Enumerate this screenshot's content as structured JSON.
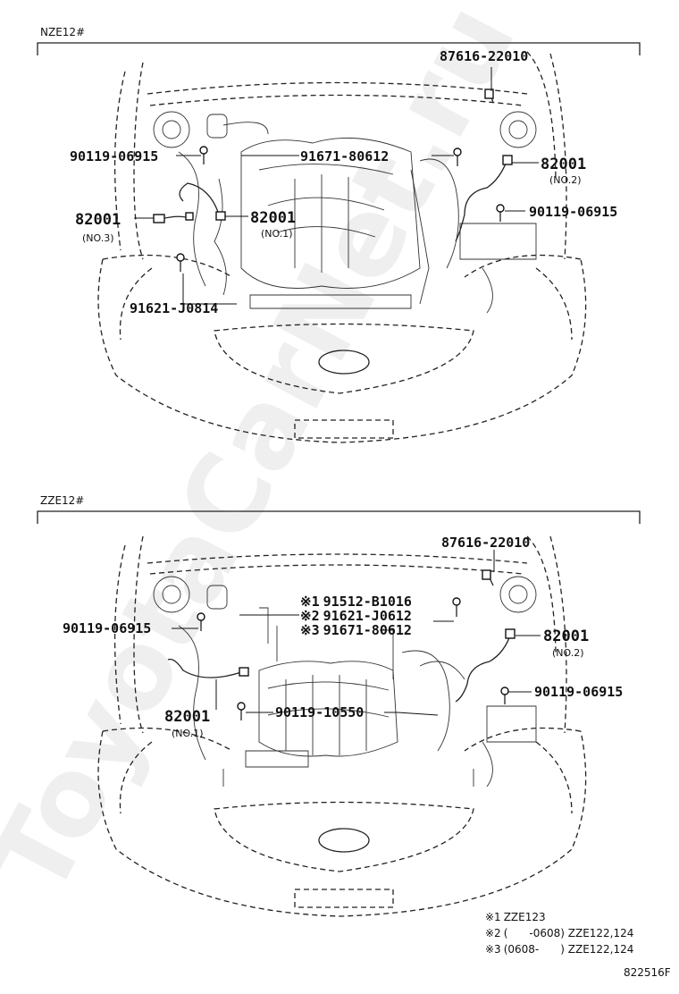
{
  "sections": [
    {
      "model": "NZE12#",
      "parts": [
        {
          "part_no": "87616-22010",
          "sub": ""
        },
        {
          "part_no": "90119-06915",
          "sub": ""
        },
        {
          "part_no": "91671-80612",
          "sub": ""
        },
        {
          "part_no": "82001",
          "sub": "(NO.2)"
        },
        {
          "part_no": "82001",
          "sub": "(NO.3)"
        },
        {
          "part_no": "82001",
          "sub": "(NO.1)"
        },
        {
          "part_no": "90119-06915",
          "sub": ""
        },
        {
          "part_no": "91621-J0814",
          "sub": ""
        }
      ]
    },
    {
      "model": "ZZE12#",
      "parts": [
        {
          "part_no": "87616-22010",
          "sub": ""
        },
        {
          "part_no": "90119-06915",
          "sub": ""
        },
        {
          "part_no": "91512-B1016",
          "sub": "",
          "mark": "※1"
        },
        {
          "part_no": "91621-J0612",
          "sub": "",
          "mark": "※2"
        },
        {
          "part_no": "91671-80612",
          "sub": "",
          "mark": "※3"
        },
        {
          "part_no": "82001",
          "sub": "(NO.2)"
        },
        {
          "part_no": "90119-06915",
          "sub": ""
        },
        {
          "part_no": "82001",
          "sub": "(NO.1)"
        },
        {
          "part_no": "90119-10550",
          "sub": ""
        }
      ]
    }
  ],
  "notes": [
    {
      "mark": "※1",
      "text": "ZZE123"
    },
    {
      "mark": "※2",
      "text": "(　　-0608) ZZE122,124"
    },
    {
      "mark": "※3",
      "text": "(0608-　　) ZZE122,124"
    }
  ],
  "figure_code": "822516F",
  "watermark": "ToyotaCarNet.ru"
}
